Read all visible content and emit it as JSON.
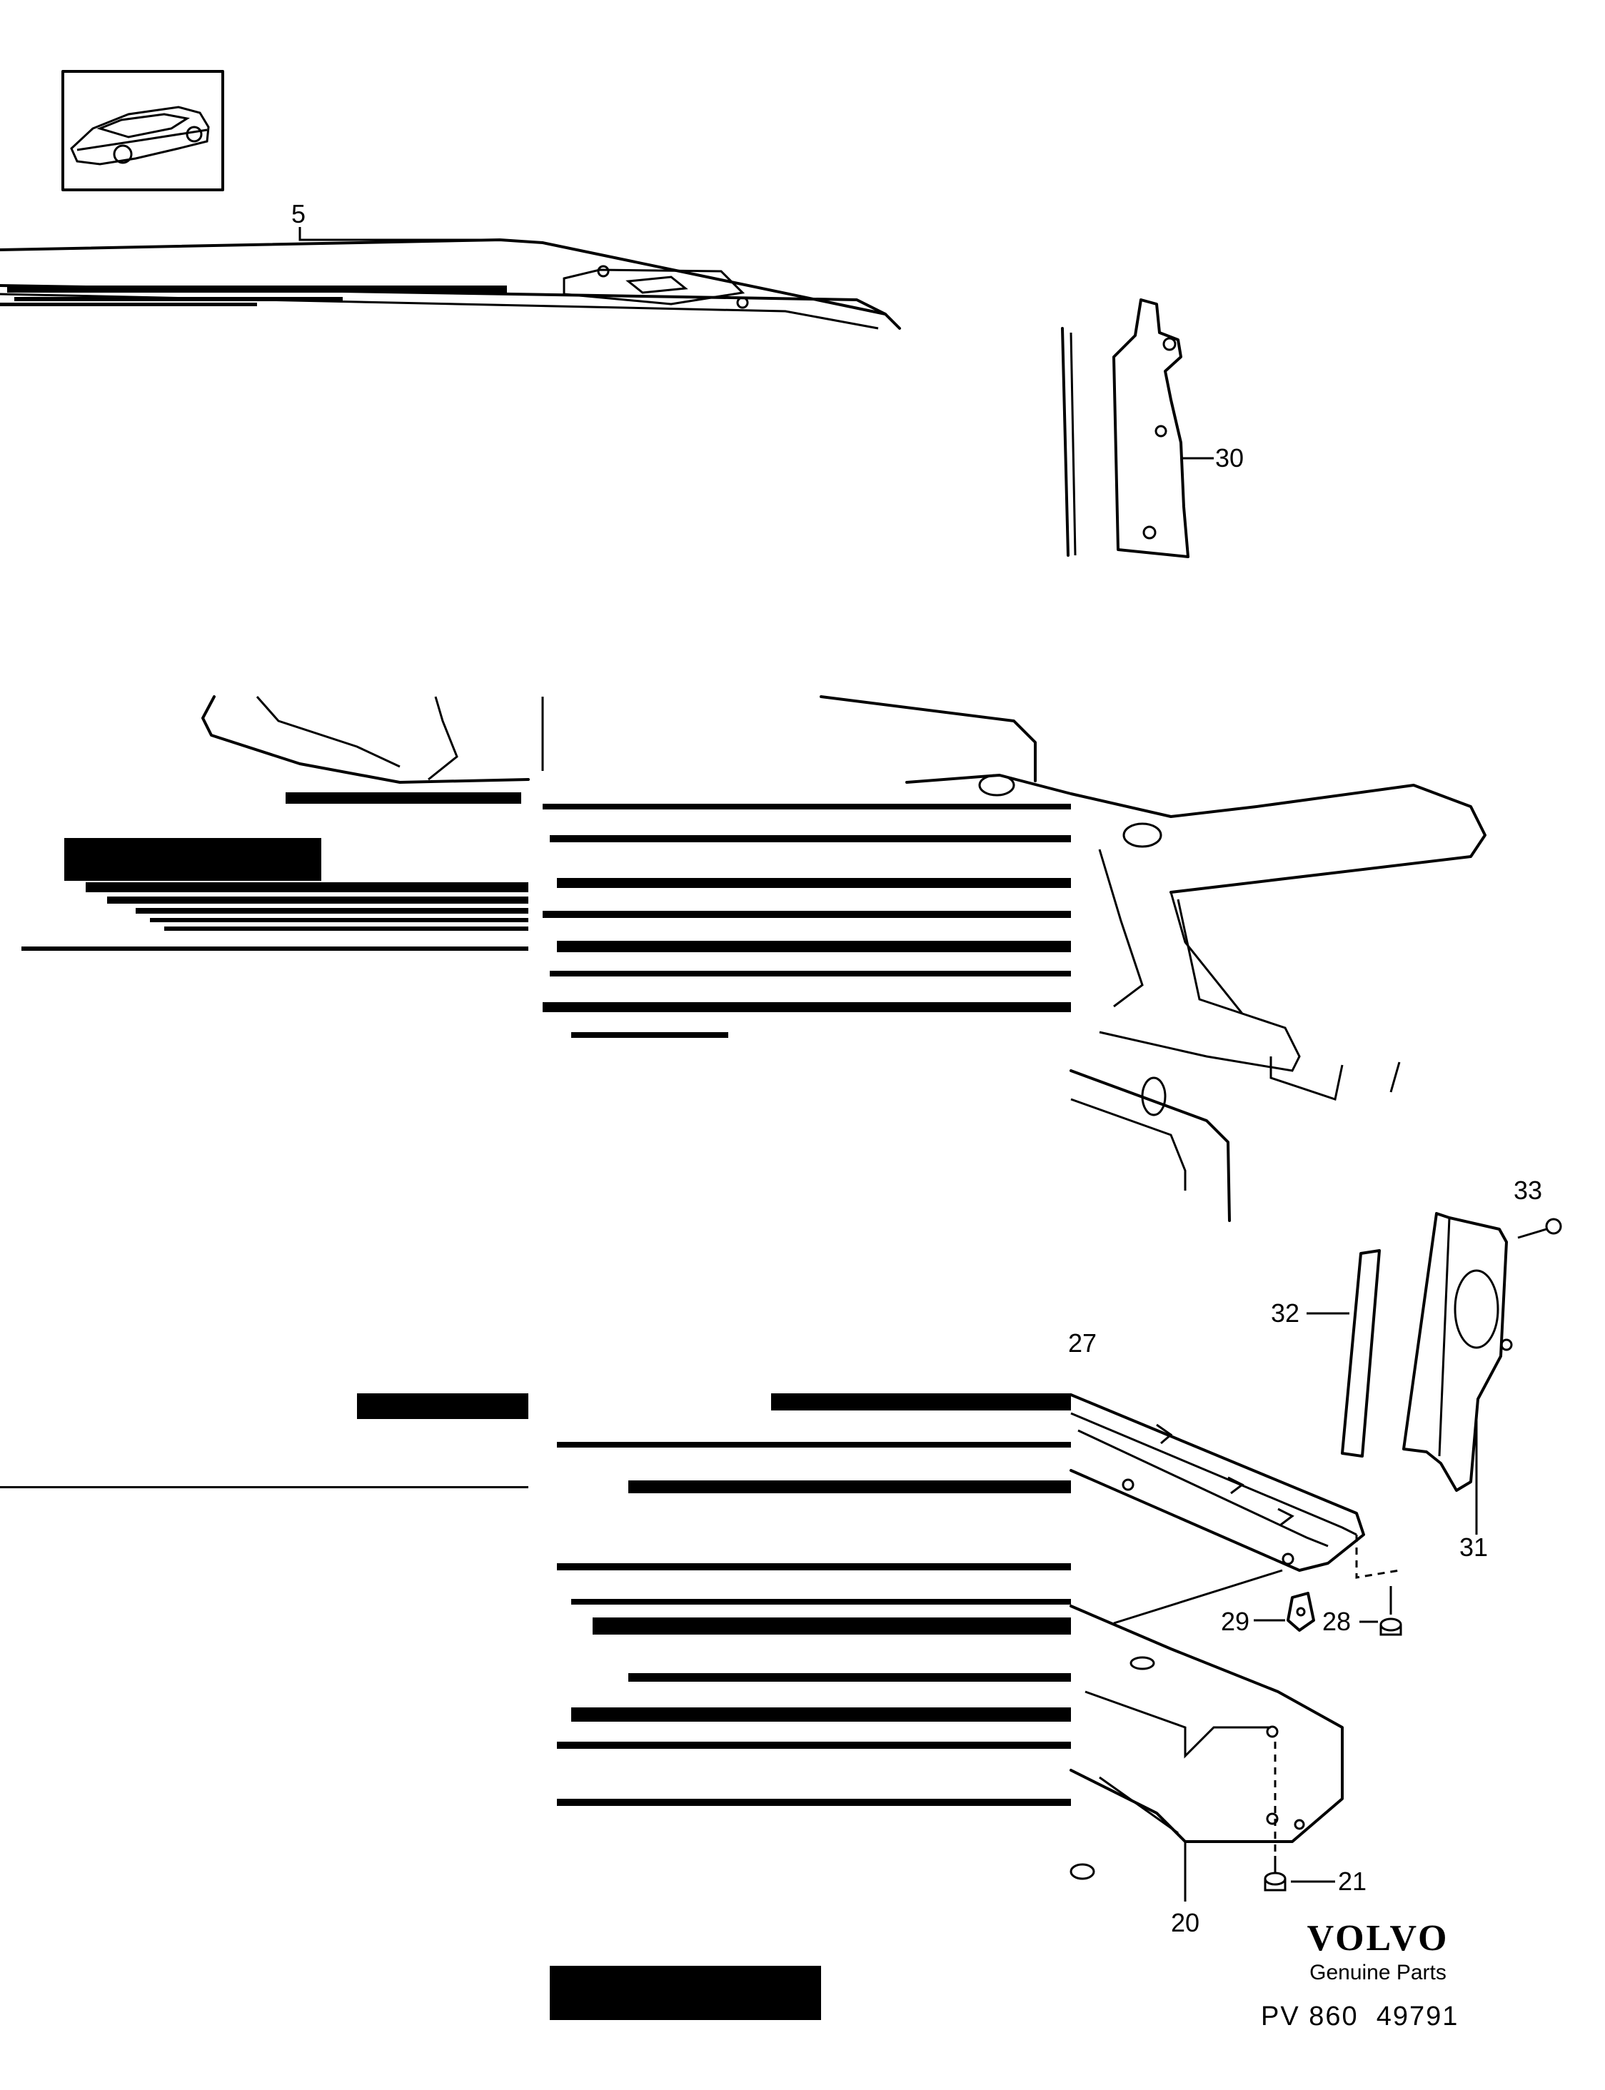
{
  "callouts": {
    "c5": "5",
    "c20": "20",
    "c21": "21",
    "c27": "27",
    "c28": "28",
    "c29": "29",
    "c30": "30",
    "c31": "31",
    "c32": "32",
    "c33": "33"
  },
  "brand": {
    "logo": "VOLVO",
    "tagline": "Genuine Parts",
    "reference": "PV 860  49791"
  },
  "icons": {
    "thumbnail": "car-thumbnail-icon",
    "logo": "volvo-logo-icon"
  },
  "colors": {
    "ink": "#000000",
    "paper": "#ffffff"
  }
}
